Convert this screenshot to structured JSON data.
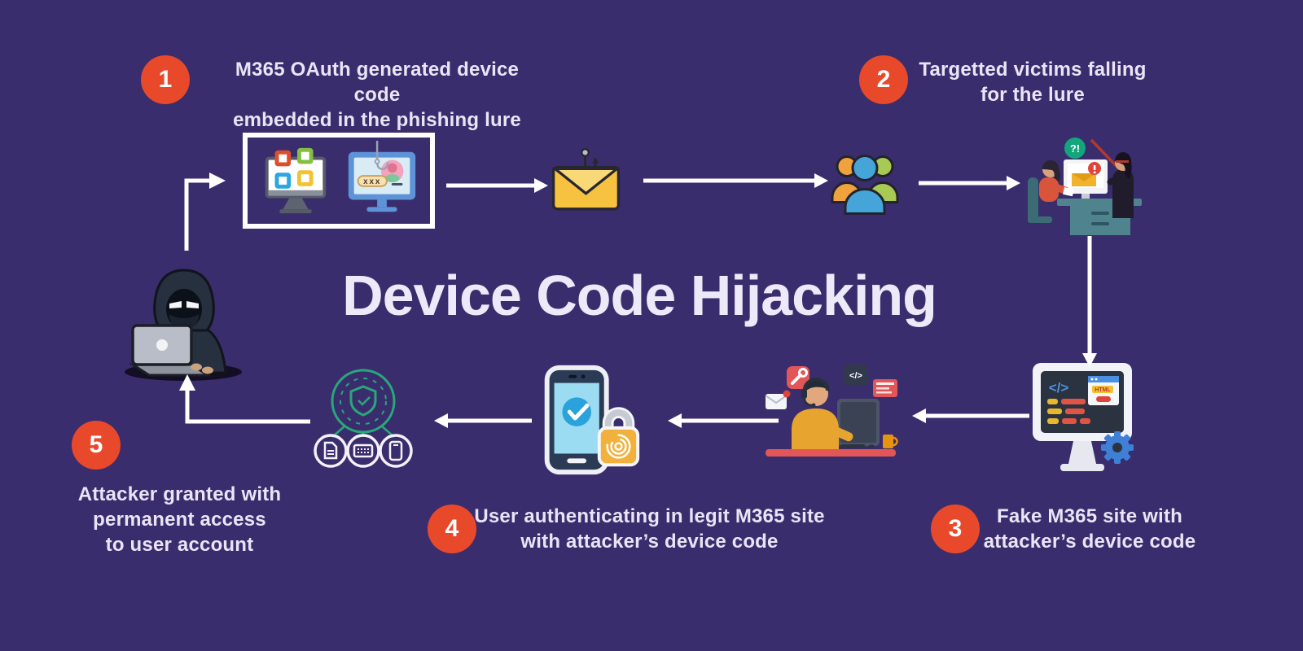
{
  "title": "Device Code Hijacking",
  "colors": {
    "background": "#3a2d6d",
    "badge": "#e8492b",
    "text": "#e9e5f6",
    "arrow": "#ffffff",
    "token_green": "#27a87b"
  },
  "steps": [
    {
      "number": "1",
      "lines": [
        "M365 OAuth generated device code",
        "embedded in the phishing lure"
      ]
    },
    {
      "number": "2",
      "lines": [
        "Targetted victims falling",
        "for the lure"
      ]
    },
    {
      "number": "3",
      "lines": [
        "Fake M365 site with",
        "attacker’s device code"
      ]
    },
    {
      "number": "4",
      "lines": [
        "User authenticating in legit M365 site",
        "with attacker’s device code"
      ]
    },
    {
      "number": "5",
      "lines": [
        "Attacker granted with",
        "permanent access",
        "to user account"
      ]
    }
  ],
  "illustrations": {
    "phishing_login": {
      "password_mask": "xxx"
    },
    "victims": {
      "reaction": "?!"
    },
    "developer": {
      "code_label": "</>"
    },
    "fake_site": {
      "code_label": "</>",
      "popup_label": "HTML"
    }
  },
  "icon_names": {
    "lure_frame": "m365-apps-monitor-and-phishing-login-monitor-icon",
    "phishing_email": "hooked-envelope-icon",
    "victims_group": "user-group-icon",
    "victims_scene": "victim-at-desk-with-attacker-illustration",
    "attacker": "hooded-hacker-with-laptop-illustration",
    "fake_site": "code-editor-monitor-with-gear-icon",
    "user_auth": "developer-at-desk-illustration",
    "phone_auth": "phone-check-with-fingerprint-lock-icon",
    "access_token": "secure-token-with-resource-circles-icon"
  }
}
